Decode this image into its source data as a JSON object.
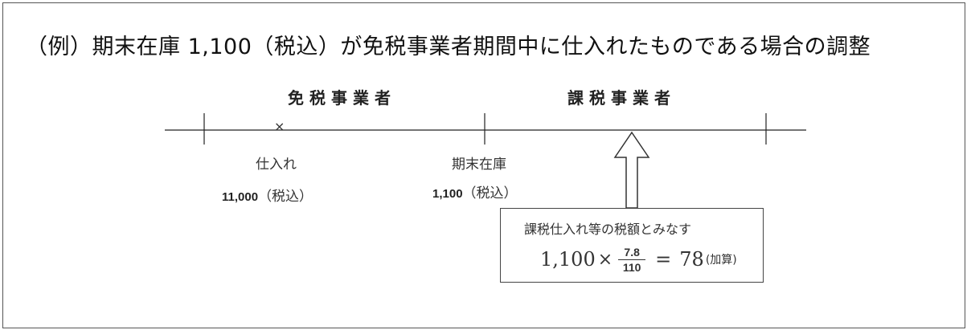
{
  "title": "（例）期末在庫 1,100（税込）が免税事業者期間中に仕入れたものである場合の調整",
  "timeline": {
    "period_exempt": "免税事業者",
    "period_taxable": "課税事業者"
  },
  "purchase": {
    "marker": "×",
    "label": "仕入れ",
    "amount": "11,000",
    "tax_note": "（税込）"
  },
  "ending_inventory": {
    "label": "期末在庫",
    "amount": "1,100",
    "tax_note": "（税込）"
  },
  "callout": {
    "title": "課税仕入れ等の税額とみなす",
    "formula": {
      "base": "1,100",
      "times": "×",
      "numerator": "7.8",
      "denominator": "110",
      "equals": "=",
      "result": "78",
      "note": "(加算)"
    }
  },
  "colors": {
    "line": "#222222",
    "border": "#555555",
    "text": "#333333"
  }
}
